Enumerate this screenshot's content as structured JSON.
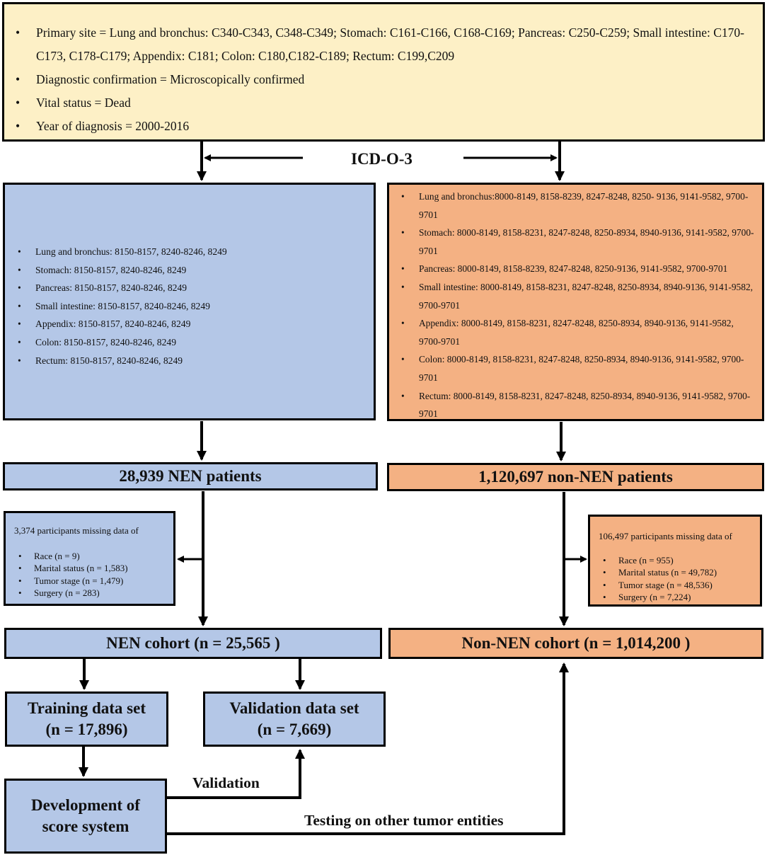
{
  "criteria": {
    "items": [
      "Primary site = Lung and bronchus: C340-C343, C348-C349; Stomach: C161-C166, C168-C169; Pancreas: C250-C259; Small intestine: C170-C173, C178-C179; Appendix: C181; Colon: C180,C182-C189; Rectum: C199,C209",
      "Diagnostic confirmation = Microscopically confirmed",
      "Vital status = Dead",
      "Year of diagnosis = 2000-2016"
    ]
  },
  "icd_label": "ICD-O-3",
  "nen_codes": [
    "Lung and bronchus: 8150-8157, 8240-8246, 8249",
    "Stomach: 8150-8157, 8240-8246, 8249",
    "Pancreas: 8150-8157, 8240-8246, 8249",
    "Small intestine: 8150-8157, 8240-8246, 8249",
    "Appendix: 8150-8157, 8240-8246, 8249",
    "Colon: 8150-8157, 8240-8246, 8249",
    "Rectum: 8150-8157, 8240-8246, 8249"
  ],
  "nonnen_codes": [
    "Lung and bronchus:8000-8149, 8158-8239, 8247-8248, 8250- 9136, 9141-9582, 9700-9701",
    "Stomach: 8000-8149, 8158-8231, 8247-8248, 8250-8934, 8940-9136, 9141-9582, 9700-9701",
    "Pancreas: 8000-8149, 8158-8239, 8247-8248, 8250-9136, 9141-9582, 9700-9701",
    "Small intestine: 8000-8149, 8158-8231, 8247-8248, 8250-8934, 8940-9136, 9141-9582, 9700-9701",
    "Appendix: 8000-8149, 8158-8231, 8247-8248, 8250-8934, 8940-9136, 9141-9582, 9700-9701",
    "Colon: 8000-8149, 8158-8231, 8247-8248, 8250-8934, 8940-9136, 9141-9582, 9700-9701",
    "Rectum: 8000-8149, 8158-8231, 8247-8248, 8250-8934, 8940-9136, 9141-9582, 9700-9701"
  ],
  "nen_patients": "28,939 NEN patients",
  "nonnen_patients": "1,120,697 non-NEN patients",
  "nen_missing": {
    "heading": "3,374 participants missing data of",
    "items": [
      "Race (n = 9)",
      "Marital status (n = 1,583)",
      "Tumor stage (n = 1,479)",
      "Surgery (n = 283)"
    ]
  },
  "nonnen_missing": {
    "heading": "106,497 participants missing data of",
    "items": [
      "Race (n = 955)",
      "Marital status (n = 49,782)",
      "Tumor stage (n = 48,536)",
      "Surgery (n = 7,224)"
    ]
  },
  "nen_cohort": "NEN cohort (n = 25,565 )",
  "nonnen_cohort": "Non-NEN cohort (n = 1,014,200 )",
  "training": {
    "line1": "Training data set",
    "line2": "(n = 17,896)"
  },
  "validation": {
    "line1": "Validation data set",
    "line2": "(n = 7,669)"
  },
  "development": {
    "line1": "Development of",
    "line2": "score system"
  },
  "validation_label": "Validation",
  "testing_label": "Testing on other tumor entities",
  "colors": {
    "criteria_fill": "#fdf0c6",
    "nen_fill": "#b4c7e7",
    "nonnen_fill": "#f4b183",
    "border": "#000000"
  }
}
